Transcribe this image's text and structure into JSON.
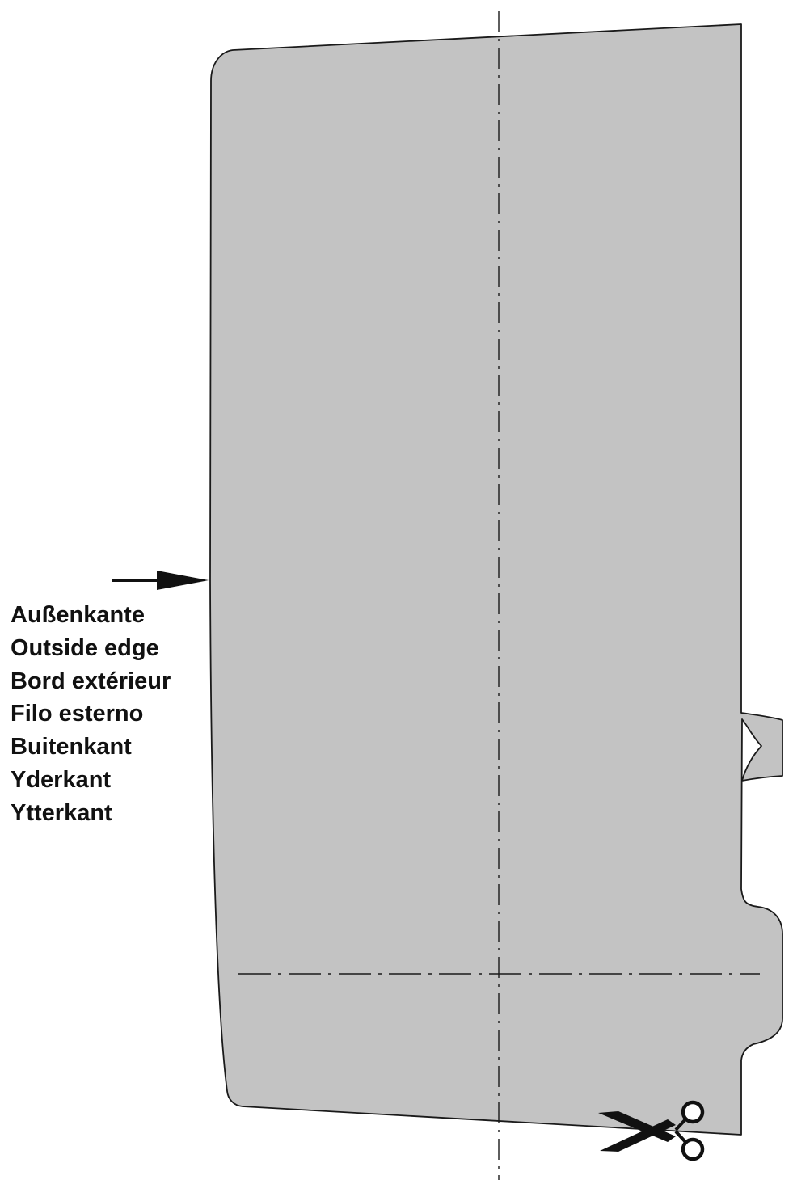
{
  "colors": {
    "panel_fill": "#c3c3c3",
    "outline": "#1a1a1a",
    "background": "#ffffff"
  },
  "edge_labels": [
    "Außenkante",
    "Outside edge",
    "Bord extérieur",
    "Filo esterno",
    "Buitenkant",
    "Yderkant",
    "Ytterkant"
  ],
  "icons": {
    "arrow": "arrow-right-icon",
    "cut": "scissors-icon"
  }
}
